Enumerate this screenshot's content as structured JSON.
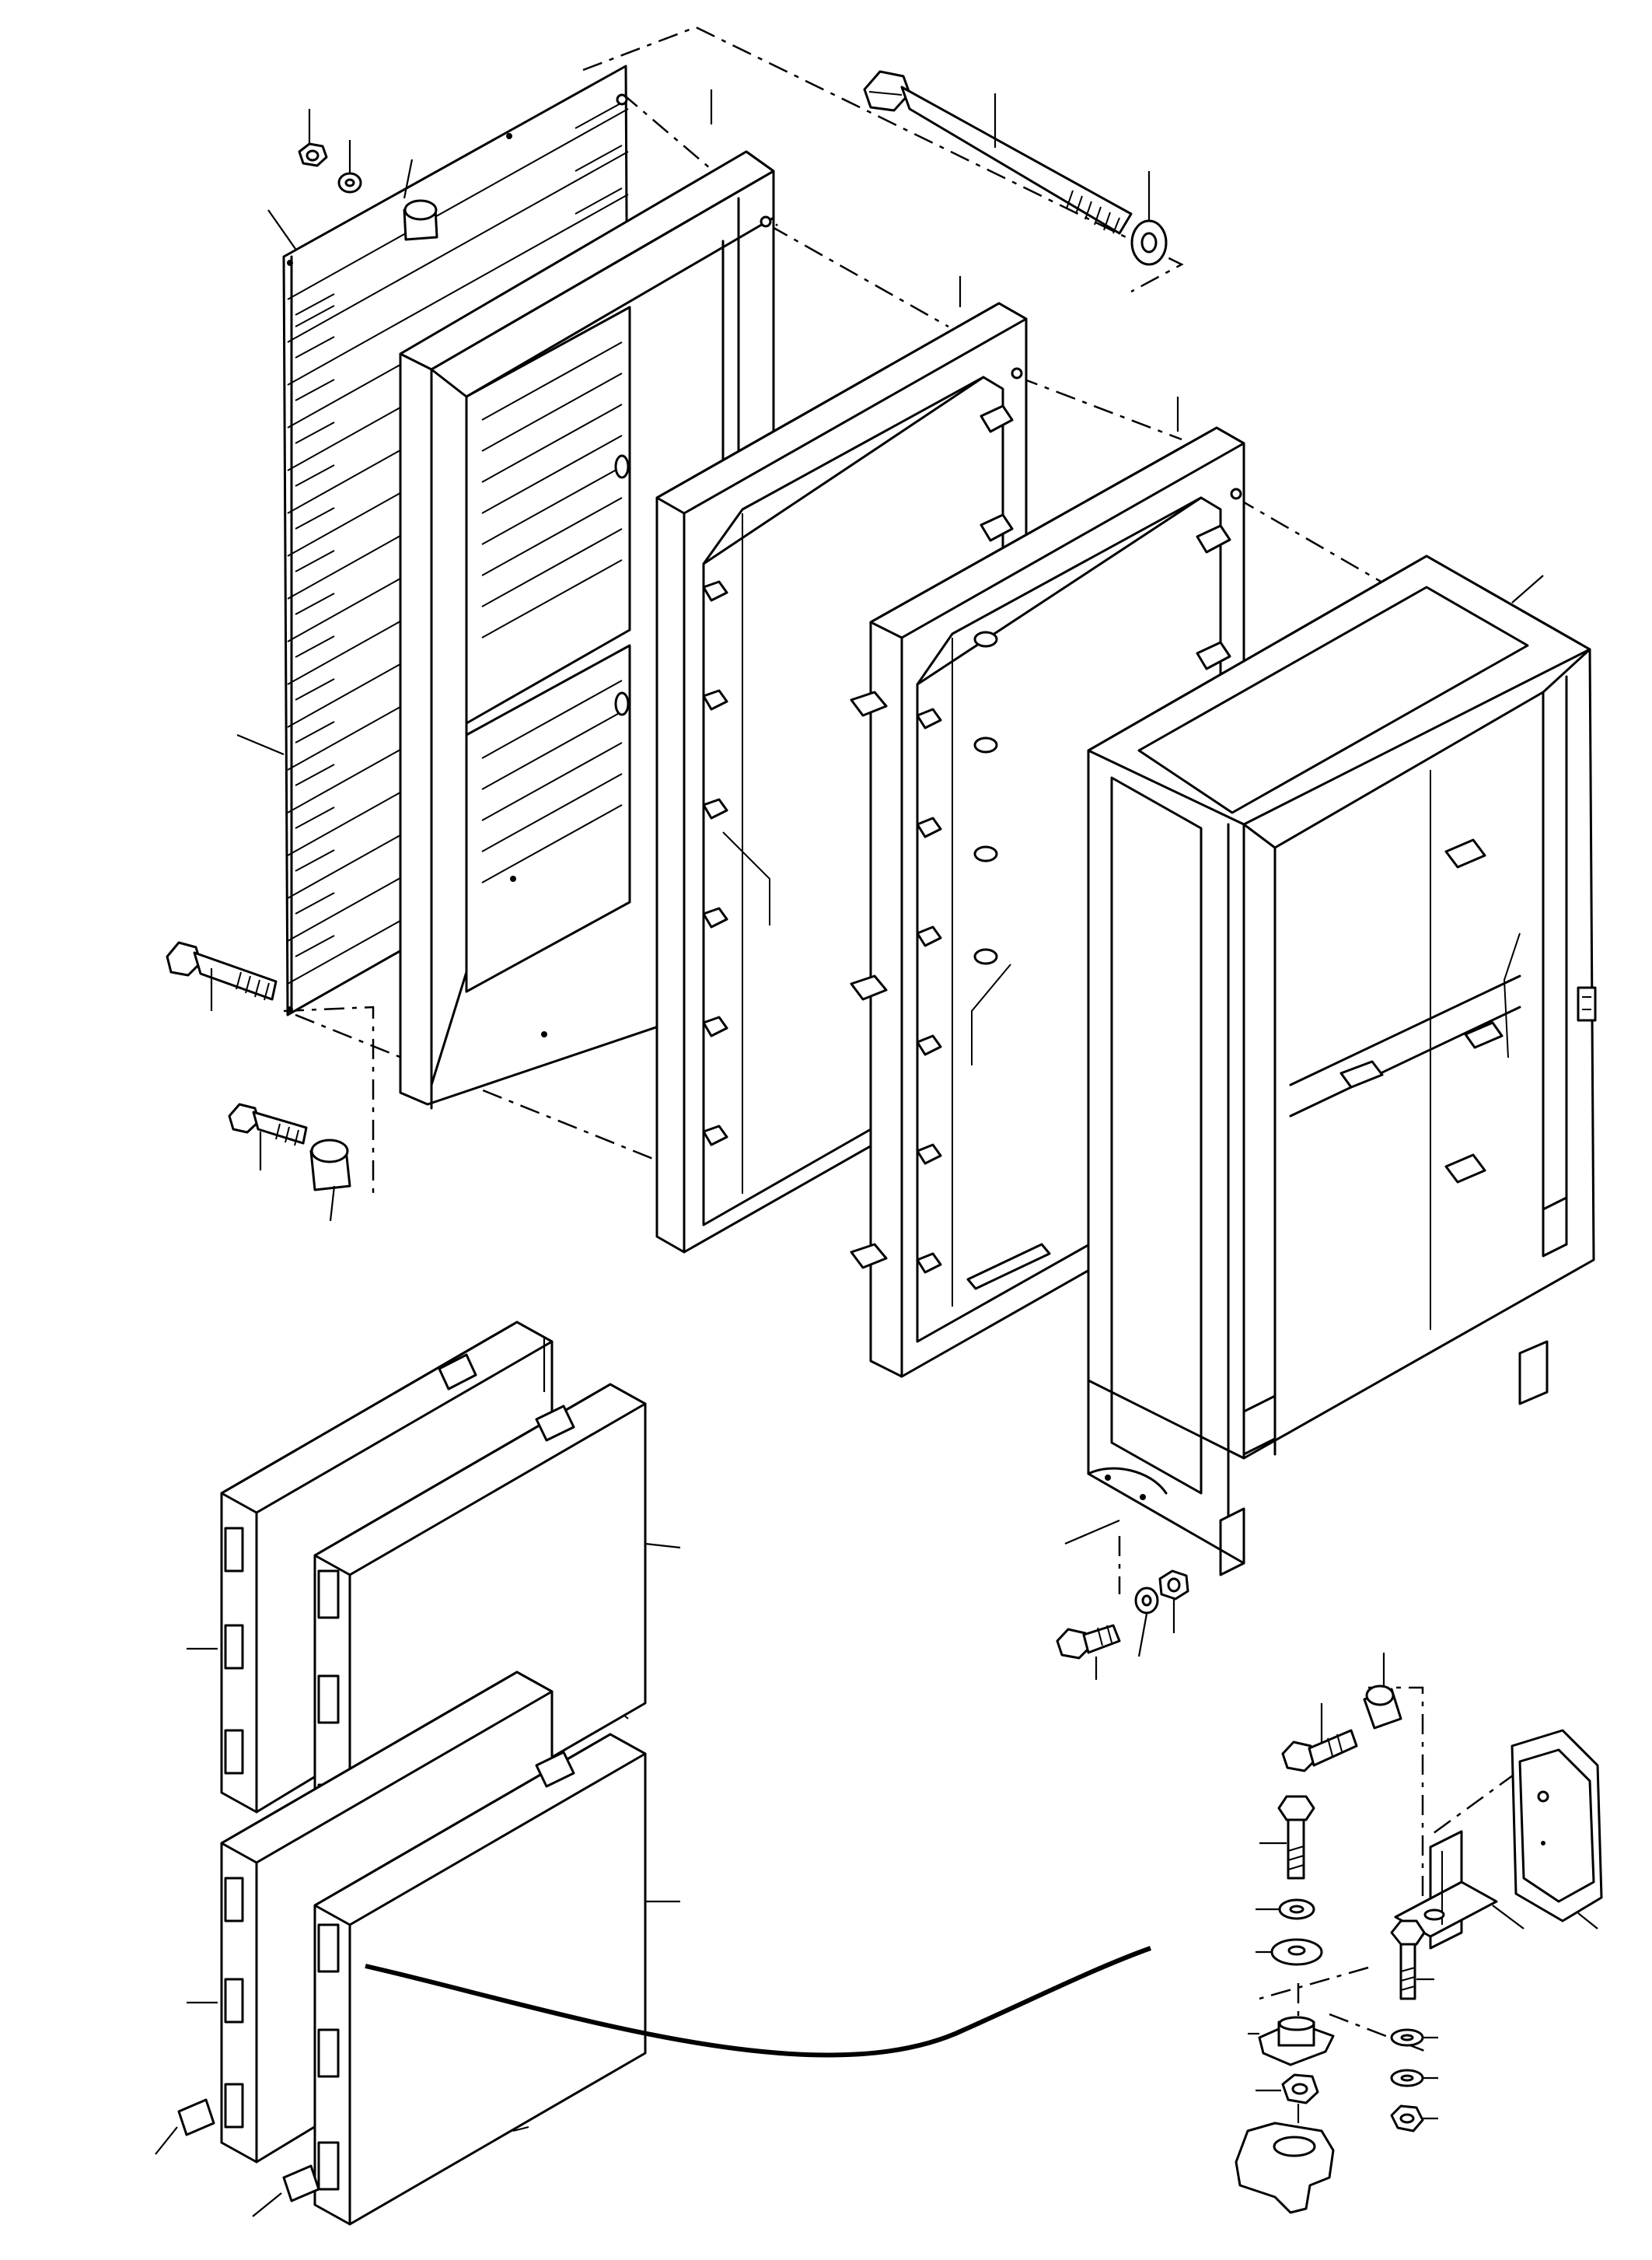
{
  "drawing": {
    "kind": "exploded-parts-diagram",
    "text_labels": [],
    "colors": {
      "ink": "#000000",
      "paper": "#ffffff"
    },
    "assemblies": [
      "grille-screen",
      "outer-frame",
      "middle-frame",
      "inner-frame",
      "radiator-housing",
      "radiator-core-upper-left",
      "radiator-core-upper-right",
      "radiator-core-lower-left",
      "radiator-core-lower-right",
      "mounting-detail"
    ]
  }
}
